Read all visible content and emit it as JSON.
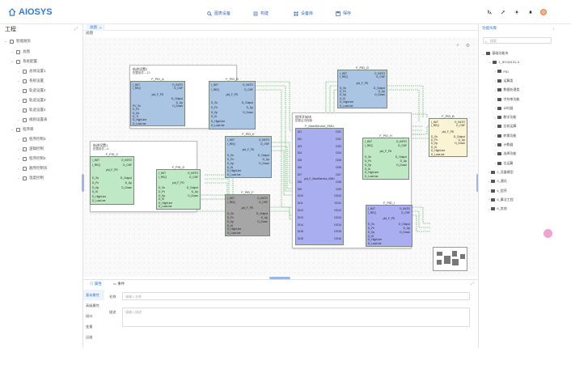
{
  "app": {
    "name": "AIOSYS"
  },
  "menu": [
    {
      "label": "图表设备",
      "icon": "search-icon"
    },
    {
      "label": "构建",
      "icon": "build-icon"
    },
    {
      "label": "设备库",
      "icon": "grid-icon"
    },
    {
      "label": "保存",
      "icon": "save-icon"
    }
  ],
  "sidebar": {
    "title": "工程",
    "items": [
      {
        "label": "智能厨房",
        "level": 0,
        "expanded": true
      },
      {
        "label": "总图",
        "level": 1,
        "icon": "file-icon"
      },
      {
        "label": "系统配置",
        "level": 1,
        "expanded": true
      },
      {
        "label": "总体设置1",
        "level": 2
      },
      {
        "label": "系统设置",
        "level": 2
      },
      {
        "label": "轨迹设置2",
        "level": 2
      },
      {
        "label": "轨迹设置3",
        "level": 2
      },
      {
        "label": "轨迹设置4",
        "level": 2
      },
      {
        "label": "规则设置表",
        "level": 2
      },
      {
        "label": "程序库",
        "level": 1,
        "expanded": true
      },
      {
        "label": "程序控制3",
        "level": 2
      },
      {
        "label": "逻辑控制",
        "level": 2
      },
      {
        "label": "程序控制4",
        "level": 2
      },
      {
        "label": "顺序控制块",
        "level": 2
      },
      {
        "label": "温度控制",
        "level": 2
      }
    ]
  },
  "editor": {
    "tab_label": "总图",
    "sub_label": "总图",
    "groups": [
      {
        "title": "轨迹设置2",
        "subtitle": "配置组件—13"
      },
      {
        "title": "轨迹设置1",
        "subtitle": "配置组件—6"
      },
      {
        "title": "程序开始块",
        "subtitle": "配置后流程器"
      }
    ],
    "blocks": {
      "pid_a": {
        "title": "F_PID_A",
        "in": [
          "I_INIT",
          "I_REQ",
          "",
          "",
          "",
          "",
          "PV_Sv",
          "D_Pv",
          "D_Kd",
          "D_Ti",
          "D_HighLine",
          "D_LowLine"
        ],
        "out": [
          "O_INITO",
          "O_CNF",
          "",
          "",
          "D_Output",
          "D_Up",
          "D_Down",
          "",
          "",
          "",
          "",
          ""
        ],
        "center": "pid_F_PD"
      },
      "pid_b": {
        "title": "F_PID_B",
        "in": [
          "I_INIT",
          "I_REQ",
          "",
          "",
          "D_Sv",
          "D_Pv",
          "D_Kp",
          "D_Ki",
          "D_HighLine",
          "D_LowLine"
        ],
        "out": [
          "O_INITO",
          "O_CNF",
          "",
          "",
          "D_Output",
          "D_Up",
          "D_Down"
        ],
        "center": "pid_F_PD"
      },
      "pid_c": {
        "title": "F_PID_C",
        "in": [
          "I_INIT",
          "I_REQ",
          "",
          "",
          "D_Sv",
          "D_Pv",
          "D_Kp",
          "D_Ki",
          "D_HighLine",
          "D_LowLine"
        ],
        "out": [
          "O_INITO",
          "O_CNF",
          "",
          "",
          "D_Output",
          "D_Up",
          "D_Down"
        ],
        "center": "pid_F_PD"
      },
      "pid_d": {
        "title": "F_PID_D",
        "in": [
          "I_INIT",
          "I_REQ",
          "",
          "",
          "D_Sv",
          "D_Pv",
          "D_Kp",
          "D_Ki",
          "D_HighLine",
          "D_LowLine"
        ],
        "out": [
          "O_INITO",
          "O_CNF",
          "",
          "",
          "D_Output",
          "D_Up",
          "D_Down"
        ],
        "center": "pid_F_PD"
      },
      "pid_e": {
        "title": "F_PID_E",
        "in": [
          "I_INIT",
          "I_REQ",
          "",
          "",
          "D_Sv",
          "D_Pv",
          "D_Kp",
          "D_Ki",
          "D_HighLine",
          "D_LowLine"
        ],
        "out": [
          "O_INITO",
          "O_CNF",
          "",
          "",
          "D_Output",
          "D_Up",
          "D_Down"
        ],
        "center": "pid_F_PD"
      },
      "pid_f": {
        "title": "F_PID_F",
        "in": [
          "I_INIT",
          "I_REQ",
          "",
          "",
          "D_Sv",
          "D_Pv",
          "D_Kp",
          "D_Ki",
          "D_HighLine",
          "D_LowLine"
        ],
        "out": [
          "O_INITO",
          "O_CNF",
          "",
          "",
          "D_Output",
          "D_Up",
          "D_Down"
        ],
        "center": "pid_F_PD"
      },
      "pid_g": {
        "title": "F_PID_G",
        "in": [
          "I_INIT",
          "I_REQ",
          "",
          "",
          "D_Sv",
          "D_Pv",
          "D_Kp",
          "D_Ki",
          "D_HighLine",
          "D_LowLine"
        ],
        "out": [
          "O_INITO",
          "O_CNF",
          "",
          "",
          "D_Output",
          "D_Up",
          "D_Down"
        ],
        "center": "pid_F_PD"
      },
      "pid_h": {
        "title": "F_PID_H",
        "in": [
          "I_INIT",
          "I_REQ",
          "",
          "",
          "D_Sv",
          "D_Pv",
          "D_Kp",
          "D_Ki",
          "D_HighLine",
          "D_LowLine"
        ],
        "out": [
          "O_INITO",
          "O_CNF",
          "",
          "",
          "D_Output",
          "D_Up",
          "D_Down"
        ],
        "center": "pid_F_PD"
      },
      "pid_i": {
        "title": "F_PID_I",
        "in": [
          "I_INIT",
          "I_REQ",
          "",
          "",
          "D_Sv",
          "D_Pv",
          "D_Kp",
          "D_Ki",
          "D_HighLine",
          "D_LowLine"
        ],
        "out": [
          "O_INITO",
          "O_CNF",
          "",
          "",
          "D_Output",
          "D_Up",
          "D_Down"
        ],
        "center": "pid_F_PD"
      },
      "main": {
        "title": "F_MainService_EMU",
        "in": [
          "DI1",
          "DI2",
          "DI3",
          "DI4",
          "DI5",
          "DI6",
          "DI7",
          "DI8",
          "DI9",
          "DI10",
          "DI11",
          "DI12",
          "DI13",
          "DI14",
          "DI15",
          "DI16"
        ],
        "out": [
          "DO1",
          "DO2",
          "DO3",
          "DO4",
          "DO5",
          "DO6",
          "DO7",
          "DO8",
          "DO9",
          "DO10",
          "DO11",
          "DO12",
          "DO13",
          "DO14",
          "DO15",
          "DO16"
        ],
        "center": "pid_F_MainService_EMU"
      }
    }
  },
  "bottom": {
    "tabs": [
      "属性",
      "事件"
    ],
    "side": [
      "基本属性",
      "高级属性",
      "接口",
      "变量",
      "运维"
    ],
    "fields": [
      {
        "label": "名称",
        "placeholder": "请输入名称"
      },
      {
        "label": "描述",
        "placeholder": "请输入描述"
      }
    ]
  },
  "rpanel": {
    "title": "功能块库",
    "search_placeholder": "搜索",
    "items": [
      {
        "label": "基础功能块",
        "level": 0
      },
      {
        "label": "1_IEC61131-3",
        "level": 1
      },
      {
        "label": "PID",
        "level": 2
      },
      {
        "label": "运算类",
        "level": 2
      },
      {
        "label": "数据处理类",
        "level": 2
      },
      {
        "label": "字符串功能",
        "level": 2
      },
      {
        "label": "计时器",
        "level": 2
      },
      {
        "label": "数学功能",
        "level": 2
      },
      {
        "label": "比较运算",
        "level": 2
      },
      {
        "label": "转换功能",
        "level": 2
      },
      {
        "label": "计数器",
        "level": 2
      },
      {
        "label": "选择功能",
        "level": 2
      },
      {
        "label": "位运算",
        "level": 2
      },
      {
        "label": "2_设备模型",
        "level": 1
      },
      {
        "label": "3_通讯",
        "level": 1
      },
      {
        "label": "4_程序",
        "level": 1
      },
      {
        "label": "5_算法工程",
        "level": 1
      },
      {
        "label": "6_其他",
        "level": 1
      }
    ]
  },
  "colors": {
    "accent": "#2f7bd8",
    "block_green": "#bfe8c4",
    "block_blue": "#aac4e4",
    "block_gray": "#a6a6a6",
    "block_purple": "#a9aef0",
    "block_yellow": "#fbf4d4"
  }
}
